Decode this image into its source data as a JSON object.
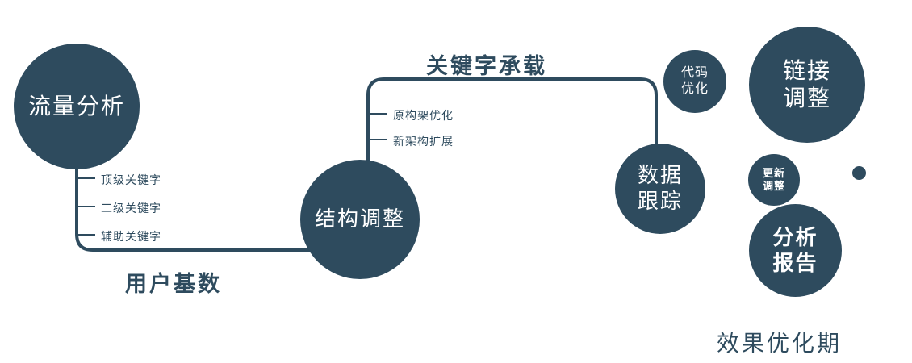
{
  "accent_color": "#2e4b5e",
  "text_color": "#2e4b5e",
  "node_text_color": "#ffffff",
  "nodes": {
    "traffic": {
      "label": "流量分析"
    },
    "structure": {
      "label": "结构调整"
    },
    "data_tracking": {
      "lines": [
        "数据",
        "跟踪"
      ]
    },
    "code_opt": {
      "lines": [
        "代码",
        "优化"
      ]
    },
    "link_adjust": {
      "lines": [
        "链接",
        "调整"
      ]
    },
    "update_adjust": {
      "lines": [
        "更新",
        "调整"
      ]
    },
    "analysis_report": {
      "lines": [
        "分析",
        "报告"
      ]
    }
  },
  "edges": {
    "user_base_label": "用户基数",
    "keyword_carry_label": "关键字承载"
  },
  "branches": {
    "traffic": [
      "顶级关键字",
      "二级关键字",
      "辅助关键字"
    ],
    "structure": [
      "原构架优化",
      "新架构扩展"
    ]
  },
  "footer": "效果优化期"
}
